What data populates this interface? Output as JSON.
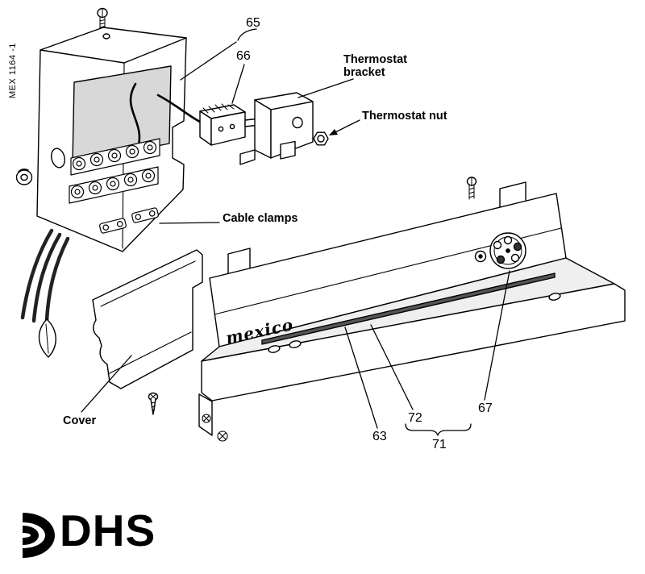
{
  "diagram": {
    "drawing_code": "MEX 1164 -1",
    "brand_mark": "mexico",
    "logo_text": "DHS",
    "callouts": {
      "part_65": "65",
      "part_66": "66",
      "thermostat_bracket": "Thermostat bracket",
      "thermostat_nut": "Thermostat nut",
      "cable_clamps": "Cable clamps",
      "cover": "Cover",
      "part_63": "63",
      "part_72": "72",
      "part_71": "71",
      "part_67": "67"
    }
  },
  "colors": {
    "line": "#000000",
    "background": "#ffffff",
    "cavity_shade": "#d8d8d8",
    "tray_shade": "#efefef",
    "slot_dark": "#555555"
  }
}
